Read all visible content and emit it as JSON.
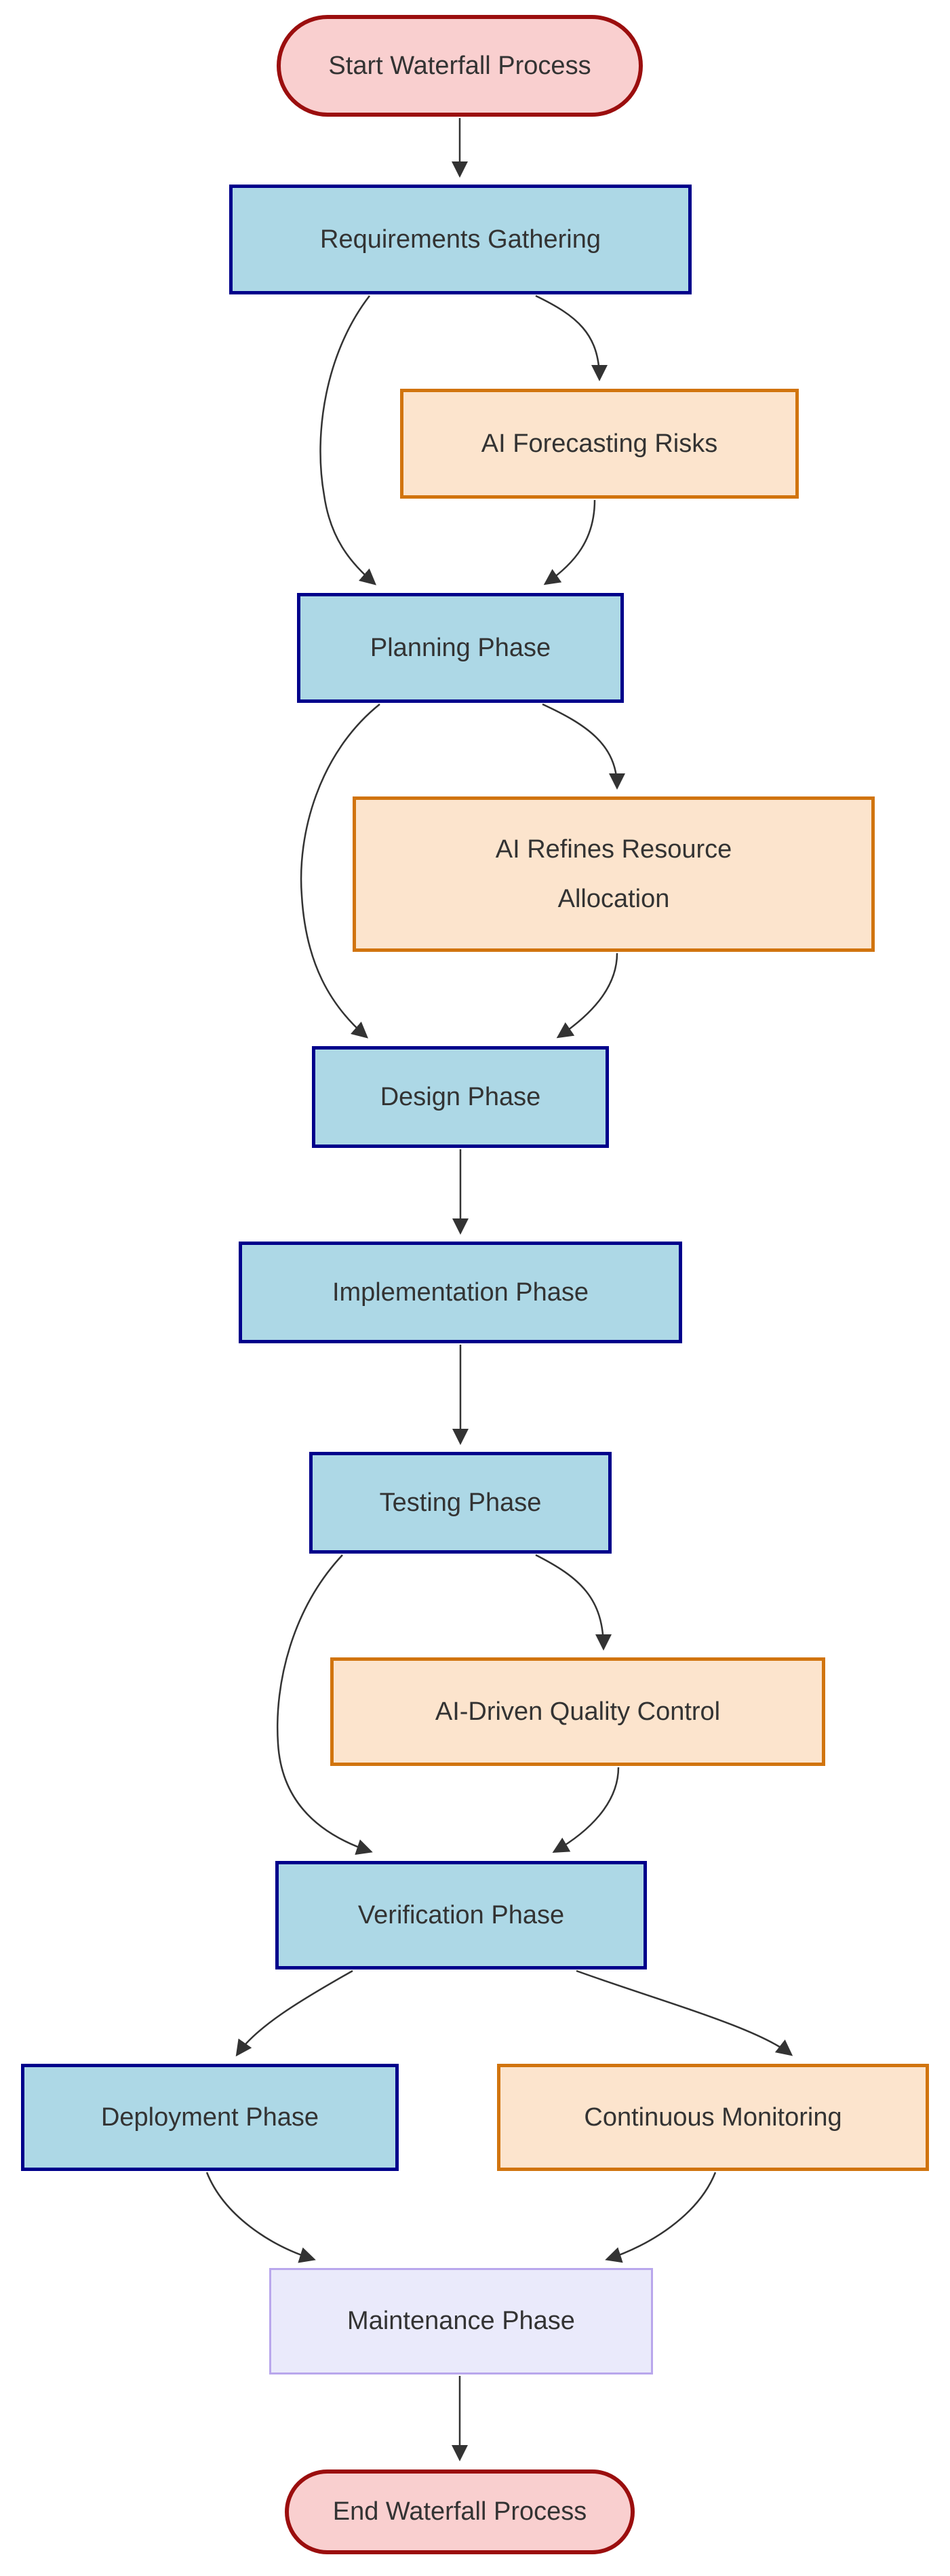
{
  "nodes": [
    {
      "id": "start",
      "type": "terminal",
      "label": "Start Waterfall Process"
    },
    {
      "id": "requirements",
      "type": "process",
      "label": "Requirements Gathering"
    },
    {
      "id": "risks",
      "type": "ai",
      "label": "AI Forecasting Risks"
    },
    {
      "id": "planning",
      "type": "process",
      "label": "Planning Phase"
    },
    {
      "id": "refines",
      "type": "ai",
      "label": "AI Refines Resource\nAllocation"
    },
    {
      "id": "design",
      "type": "process",
      "label": "Design Phase"
    },
    {
      "id": "implementation",
      "type": "process",
      "label": "Implementation Phase"
    },
    {
      "id": "testing",
      "type": "process",
      "label": "Testing Phase"
    },
    {
      "id": "quality",
      "type": "ai",
      "label": "AI-Driven Quality Control"
    },
    {
      "id": "verification",
      "type": "process",
      "label": "Verification Phase"
    },
    {
      "id": "deployment",
      "type": "process",
      "label": "Deployment Phase"
    },
    {
      "id": "monitoring",
      "type": "ai",
      "label": "Continuous Monitoring"
    },
    {
      "id": "maintenance",
      "type": "maintenance",
      "label": "Maintenance Phase"
    },
    {
      "id": "end",
      "type": "terminal",
      "label": "End Waterfall Process"
    }
  ],
  "edges": [
    {
      "from": "start",
      "to": "requirements"
    },
    {
      "from": "requirements",
      "to": "risks"
    },
    {
      "from": "requirements",
      "to": "planning"
    },
    {
      "from": "risks",
      "to": "planning"
    },
    {
      "from": "planning",
      "to": "refines"
    },
    {
      "from": "planning",
      "to": "design"
    },
    {
      "from": "refines",
      "to": "design"
    },
    {
      "from": "design",
      "to": "implementation"
    },
    {
      "from": "implementation",
      "to": "testing"
    },
    {
      "from": "testing",
      "to": "quality"
    },
    {
      "from": "testing",
      "to": "verification"
    },
    {
      "from": "quality",
      "to": "verification"
    },
    {
      "from": "verification",
      "to": "deployment"
    },
    {
      "from": "verification",
      "to": "monitoring"
    },
    {
      "from": "deployment",
      "to": "maintenance"
    },
    {
      "from": "monitoring",
      "to": "maintenance"
    },
    {
      "from": "maintenance",
      "to": "end"
    }
  ],
  "colors": {
    "process_fill": "#ADD8E6",
    "process_border": "#00008B",
    "ai_fill": "#FCE4CD",
    "ai_border": "#D1740E",
    "terminal_fill": "#F9CFCF",
    "terminal_border": "#9B0E0E",
    "maintenance_fill": "#EAEAFB",
    "maintenance_border": "#B9A7EC",
    "label_text": "#333333",
    "edge_stroke": "#333333",
    "background": "#FFFFFF"
  }
}
